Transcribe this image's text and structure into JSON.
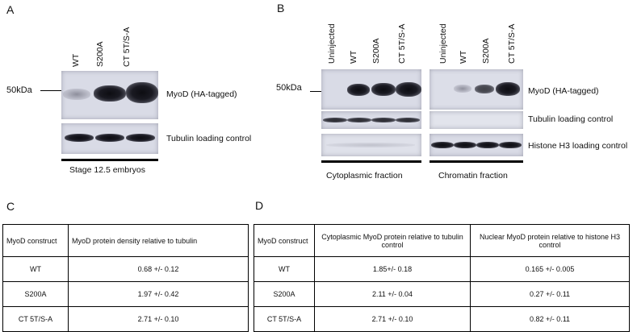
{
  "panels": {
    "a": "A",
    "b": "B",
    "c": "C",
    "d": "D"
  },
  "panel_a": {
    "lanes": [
      "WT",
      "S200A",
      "CT 5T/S-A"
    ],
    "marker": "50kDa",
    "blot_labels": {
      "myod": "MyoD (HA-tagged)",
      "tubulin": "Tubulin loading control"
    },
    "footer": "Stage 12.5 embryos"
  },
  "panel_b": {
    "marker": "50kDa",
    "cytoplasmic": {
      "lanes": [
        "Uninjected",
        "WT",
        "S200A",
        "CT 5T/S-A"
      ],
      "footer": "Cytoplasmic fraction"
    },
    "chromatin": {
      "lanes": [
        "Uninjected",
        "WT",
        "S200A",
        "CT 5T/S-A"
      ],
      "footer": "Chromatin fraction"
    },
    "blot_labels": {
      "myod": "MyoD (HA-tagged)",
      "tubulin": "Tubulin loading control",
      "histone": "Histone H3 loading control"
    }
  },
  "table_c": {
    "headers": [
      "MyoD construct",
      "MyoD protein density relative to tubulin"
    ],
    "rows": [
      [
        "WT",
        "0.68 +/- 0.12"
      ],
      [
        "S200A",
        "1.97 +/- 0.42"
      ],
      [
        "CT 5T/S-A",
        "2.71 +/- 0.10"
      ]
    ]
  },
  "table_d": {
    "headers": [
      "MyoD construct",
      "Cytoplasmic MyoD protein relative to tubulin control",
      "Nuclear MyoD protein relative to histone H3 control"
    ],
    "rows": [
      [
        "WT",
        "1.85+/- 0.18",
        "0.165 +/- 0.005"
      ],
      [
        "S200A",
        "2.11 +/- 0.04",
        "0.27 +/- 0.11"
      ],
      [
        "CT 5T/S-A",
        "2.71 +/- 0.10",
        "0.82 +/- 0.11"
      ]
    ]
  }
}
